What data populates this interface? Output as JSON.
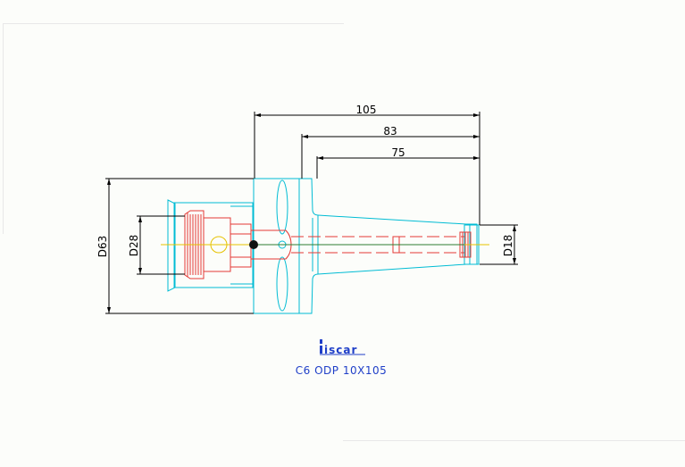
{
  "drawing": {
    "title": "C6 ODP 10X105",
    "logo_text": "iscar",
    "dimensions": {
      "overall_length": "105",
      "length_2": "83",
      "length_3": "75",
      "flange_diameter": "D63",
      "bore_diameter": "D28",
      "shank_tip_diameter": "D18"
    },
    "colors": {
      "outline": "#00bcd4",
      "hidden_red": "#e53935",
      "dimension": "#000000",
      "centerline": "#e6c200",
      "caption": "#1f3fc8"
    }
  }
}
